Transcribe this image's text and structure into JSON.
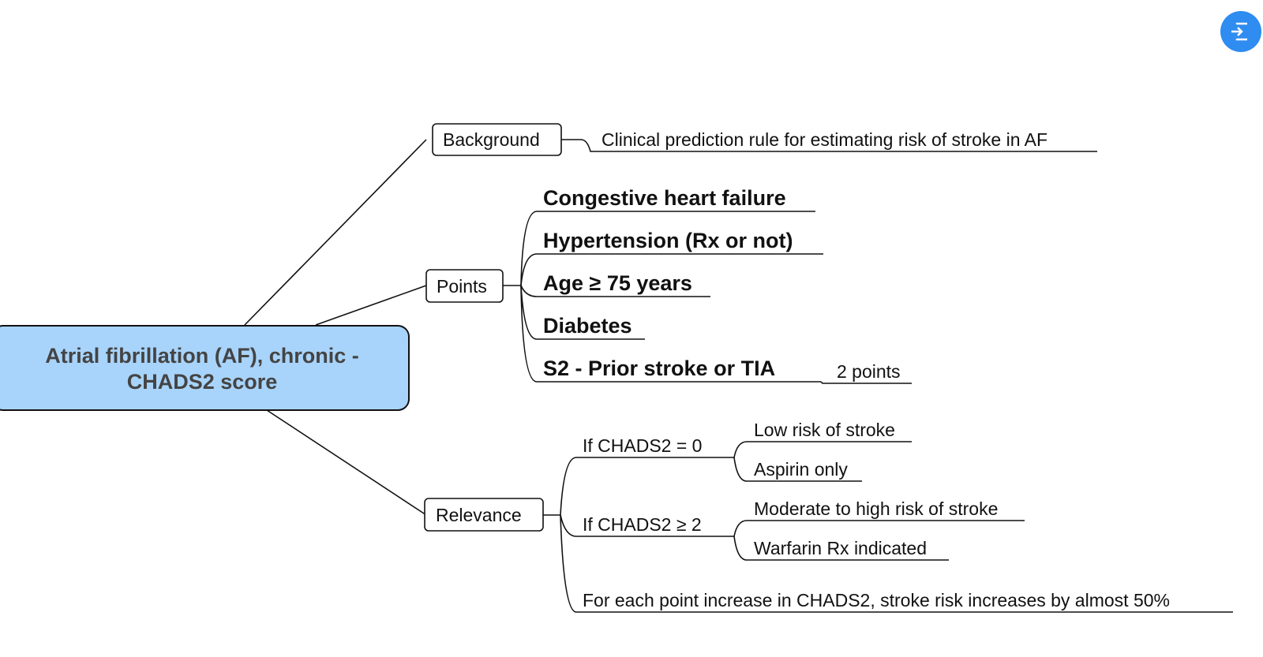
{
  "root": {
    "line1": "Atrial fibrillation (AF), chronic -",
    "line2": "CHADS2 score",
    "fill": "#a8d4fb"
  },
  "background": {
    "label": "Background",
    "detail": "Clinical prediction rule for estimating risk of stroke in AF"
  },
  "points": {
    "label": "Points",
    "items": [
      "Congestive heart failure",
      "Hypertension (Rx or not)",
      "Age ≥ 75 years",
      "Diabetes",
      "S2 - Prior stroke or TIA"
    ],
    "s2_note": "2 points"
  },
  "relevance": {
    "label": "Relevance",
    "zero": {
      "label": "If CHADS2 = 0",
      "items": [
        "Low risk of stroke",
        "Aspirin only"
      ]
    },
    "two": {
      "label": "If CHADS2 ≥ 2",
      "items": [
        "Moderate to high risk of stroke",
        "Warfarin Rx indicated"
      ]
    },
    "note": "For each point increase in CHADS2, stroke risk increases by almost 50%"
  },
  "fab": {
    "icon": "sign-in-icon",
    "color": "#2f8cf0"
  }
}
